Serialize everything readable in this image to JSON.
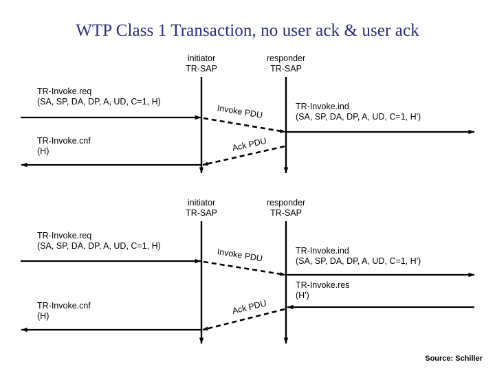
{
  "slide": {
    "title": "WTP Class 1 Transaction, no user ack & user ack",
    "source": "Source: Schiller",
    "title_color": "#2b2b7f",
    "line_color": "#000000",
    "background": "#ffffff"
  },
  "diagrams": [
    {
      "name": "no-user-ack",
      "initiator_header": {
        "role": "initiator",
        "sap": "TR-SAP"
      },
      "responder_header": {
        "role": "responder",
        "sap": "TR-SAP"
      },
      "left_primitives": [
        {
          "name": "TR-Invoke.req",
          "params": "(SA, SP, DA, DP, A, UD, C=1, H)"
        },
        {
          "name": "TR-Invoke.cnf",
          "params": "(H)"
        }
      ],
      "right_primitives": [
        {
          "name": "TR-Invoke.ind",
          "params": "(SA, SP, DA, DP, A, UD, C=1, H')"
        }
      ],
      "messages": [
        {
          "label": "Invoke PDU",
          "direction": "initiator-to-responder"
        },
        {
          "label": "Ack PDU",
          "direction": "responder-to-initiator"
        }
      ]
    },
    {
      "name": "user-ack",
      "initiator_header": {
        "role": "initiator",
        "sap": "TR-SAP"
      },
      "responder_header": {
        "role": "responder",
        "sap": "TR-SAP"
      },
      "left_primitives": [
        {
          "name": "TR-Invoke.req",
          "params": "(SA, SP, DA, DP, A, UD, C=1, H)"
        },
        {
          "name": "TR-Invoke.cnf",
          "params": "(H)"
        }
      ],
      "right_primitives": [
        {
          "name": "TR-Invoke.ind",
          "params": "(SA, SP, DA, DP, A, UD, C=1, H')"
        },
        {
          "name": "TR-Invoke.res",
          "params": "(H')"
        }
      ],
      "messages": [
        {
          "label": "Invoke PDU",
          "direction": "initiator-to-responder"
        },
        {
          "label": "Ack PDU",
          "direction": "responder-to-initiator"
        }
      ]
    }
  ]
}
